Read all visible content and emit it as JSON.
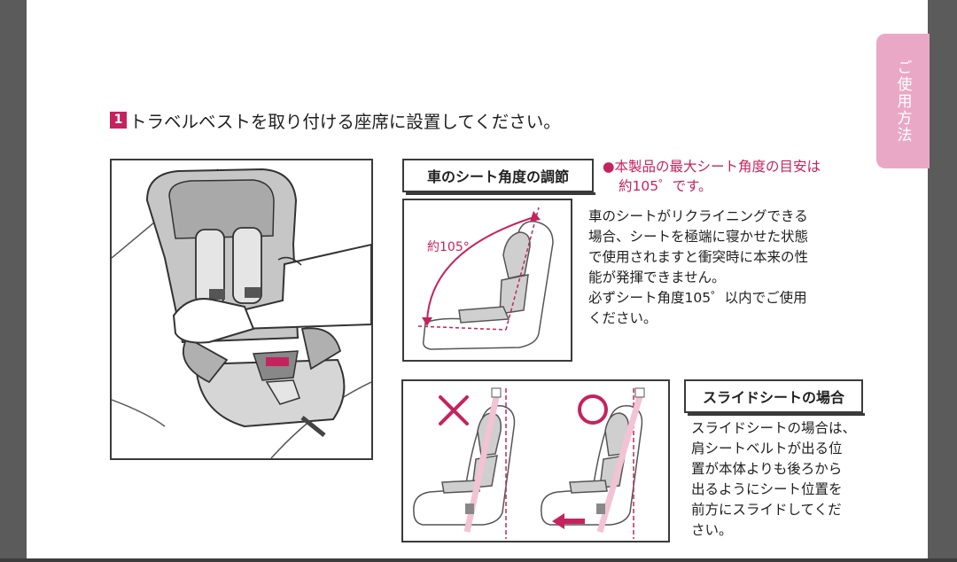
{
  "side_tab": {
    "label": "ご使用方法"
  },
  "step": {
    "number": "1",
    "text": "トラベルベストを取り付ける座席に設置してください。"
  },
  "recline": {
    "title": "車のシート角度の調節",
    "note_bullet": "●",
    "note_lines": [
      "本製品の最大シート角度の目安は",
      "約105゜です。"
    ],
    "angle_label": "約105°",
    "description": "車のシートがリクライニングできる\n場合、シートを極端に寝かせた状態\nで使用されますと衝突時に本来の性\n能が発揮できません。\n必ずシート角度105゜以内でご使用\nください。"
  },
  "slide": {
    "title": "スライドシートの場合",
    "description": "スライドシートの場合は、\n肩シートベルトが出る位\n置が本体よりも後ろから\n出るようにシート位置を\n前方にスライドしてくだ\nさい。",
    "wrong_mark": "×",
    "right_mark": "○"
  },
  "colors": {
    "accent": "#c5235e",
    "tab": "#e9a9c6",
    "belt": "#f2c3d4"
  }
}
